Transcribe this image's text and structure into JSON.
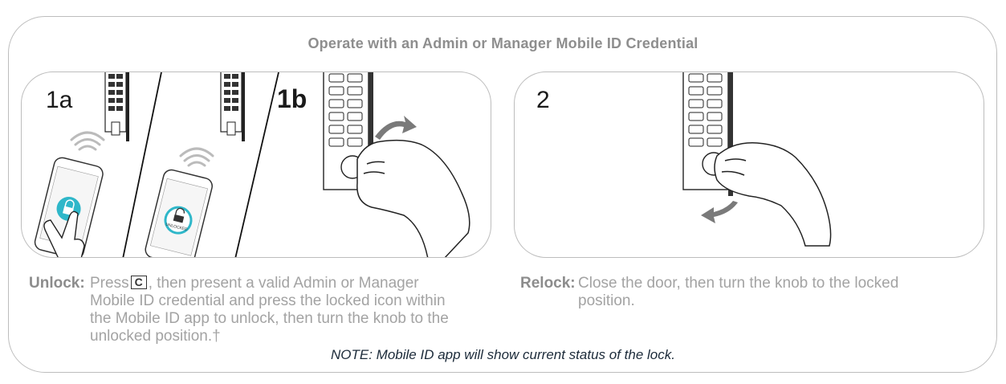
{
  "title": "Operate with an Admin or Manager Mobile ID Credential",
  "steps": {
    "s1a": "1a",
    "s1b": "1b",
    "s2": "2"
  },
  "phone_screens": {
    "left_text": "",
    "right_badge": "UNLOCKED"
  },
  "unlock": {
    "label": "Unlock:",
    "line1_before": "Press",
    "key": "C",
    "line1_after": ", then present a valid Admin or Manager",
    "line2": "Mobile ID credential and press the locked icon within",
    "line3": "the Mobile ID app to unlock, then turn the knob to the",
    "line4": "unlocked position.†"
  },
  "relock": {
    "label": "Relock:",
    "line1": "Close the door, then turn the knob to the locked",
    "line2": "position."
  },
  "note": "NOTE: Mobile ID app will show current status of the lock.",
  "colors": {
    "border": "#bdbdbd",
    "text_gray": "#a3a3a3",
    "note": "#1c2b3a",
    "teal": "#2fb7c9",
    "arrow_gray": "#7a7a7a"
  }
}
